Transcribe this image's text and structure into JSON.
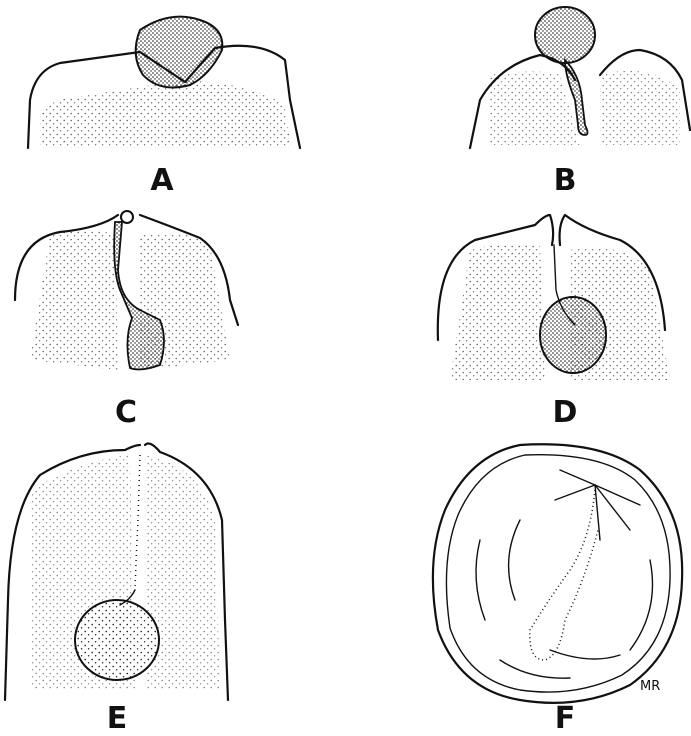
{
  "panels": [
    {
      "id": "A",
      "label": "A"
    },
    {
      "id": "B",
      "label": "B"
    },
    {
      "id": "C",
      "label": "C"
    },
    {
      "id": "D",
      "label": "D"
    },
    {
      "id": "E",
      "label": "E"
    },
    {
      "id": "F",
      "label": "F"
    }
  ],
  "signature": "MR",
  "colors": {
    "ink": "#111111",
    "background": "#ffffff"
  }
}
